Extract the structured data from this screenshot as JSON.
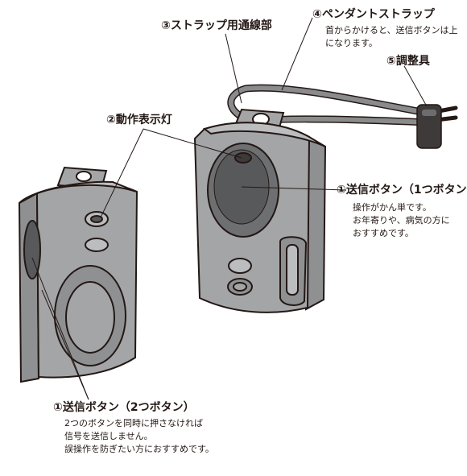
{
  "labels": {
    "strap_hole": {
      "title": "③ストラップ用通線部"
    },
    "pendant_strap": {
      "title": "④ペンダントストラップ",
      "desc": [
        "首からかけると、送信ボタンは上",
        "になります。"
      ]
    },
    "adjuster": {
      "title": "⑤調整具"
    },
    "indicator_lamp": {
      "title": "②動作表示灯"
    },
    "send_one": {
      "title": "①送信ボタン（1つボタン）",
      "desc": [
        "操作がかん単です。",
        "お年寄りや、病気の方に",
        "おすすめです。"
      ]
    },
    "send_two": {
      "title": "①送信ボタン（2つボタン）",
      "desc": [
        "2つのボタンを同時に押さなければ",
        "信号を送信しません。",
        "誤操作を防ぎたい方におすすめです。"
      ]
    }
  },
  "colors": {
    "body_gray": "#a4a5a7",
    "dark_gray": "#58595b",
    "outline": "#231815",
    "strap": "#8a8b8d"
  }
}
